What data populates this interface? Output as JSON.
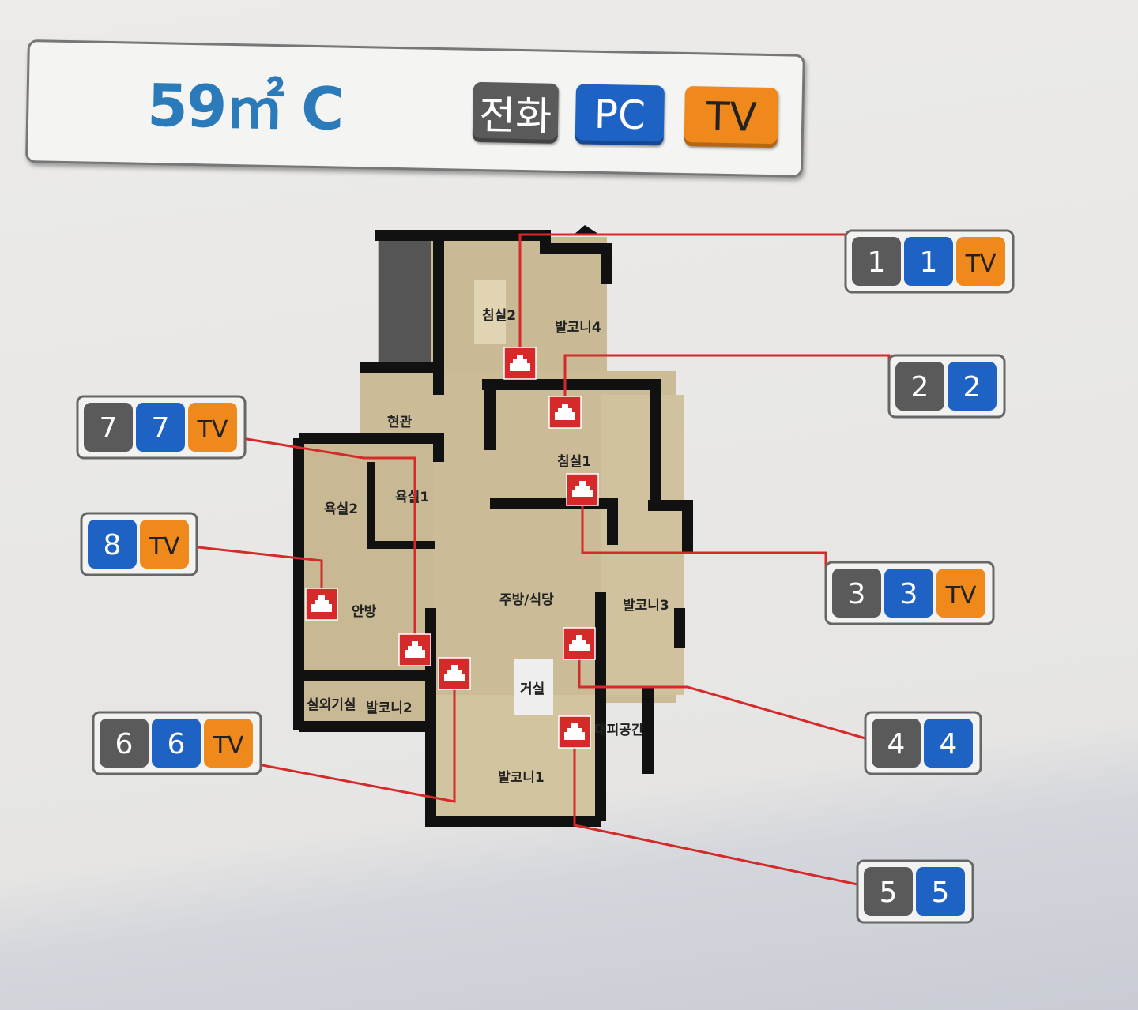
{
  "header": {
    "title": "59㎡ C",
    "legend": {
      "phone": "전화",
      "pc": "PC",
      "tv": "TV"
    }
  },
  "colors": {
    "phone": "#5a5a5a",
    "pc": "#1e62c4",
    "tv": "#f0891c",
    "line": "#d42a2a",
    "title": "#2b7bbb"
  },
  "rooms": {
    "bed2": "침실2",
    "balcony4": "발코니4",
    "entrance": "현관",
    "bed1": "침실1",
    "bath1": "욕실1",
    "bath2": "욕실2",
    "master": "안방",
    "kitchen": "주방/식당",
    "balcony3": "발코니3",
    "living": "거실",
    "outdoor_unit": "실외기실",
    "balcony2": "발코니2",
    "shelter": "대피공간",
    "balcony1": "발코니1"
  },
  "ports": [
    {
      "id": "1",
      "phone": "1",
      "pc": "1",
      "tv": "TV"
    },
    {
      "id": "2",
      "phone": "2",
      "pc": "2"
    },
    {
      "id": "3",
      "phone": "3",
      "pc": "3",
      "tv": "TV"
    },
    {
      "id": "4",
      "phone": "4",
      "pc": "4"
    },
    {
      "id": "5",
      "phone": "5",
      "pc": "5"
    },
    {
      "id": "6",
      "phone": "6",
      "pc": "6",
      "tv": "TV"
    },
    {
      "id": "7",
      "phone": "7",
      "pc": "7",
      "tv": "TV"
    },
    {
      "id": "8",
      "pc": "8",
      "tv": "TV"
    }
  ]
}
